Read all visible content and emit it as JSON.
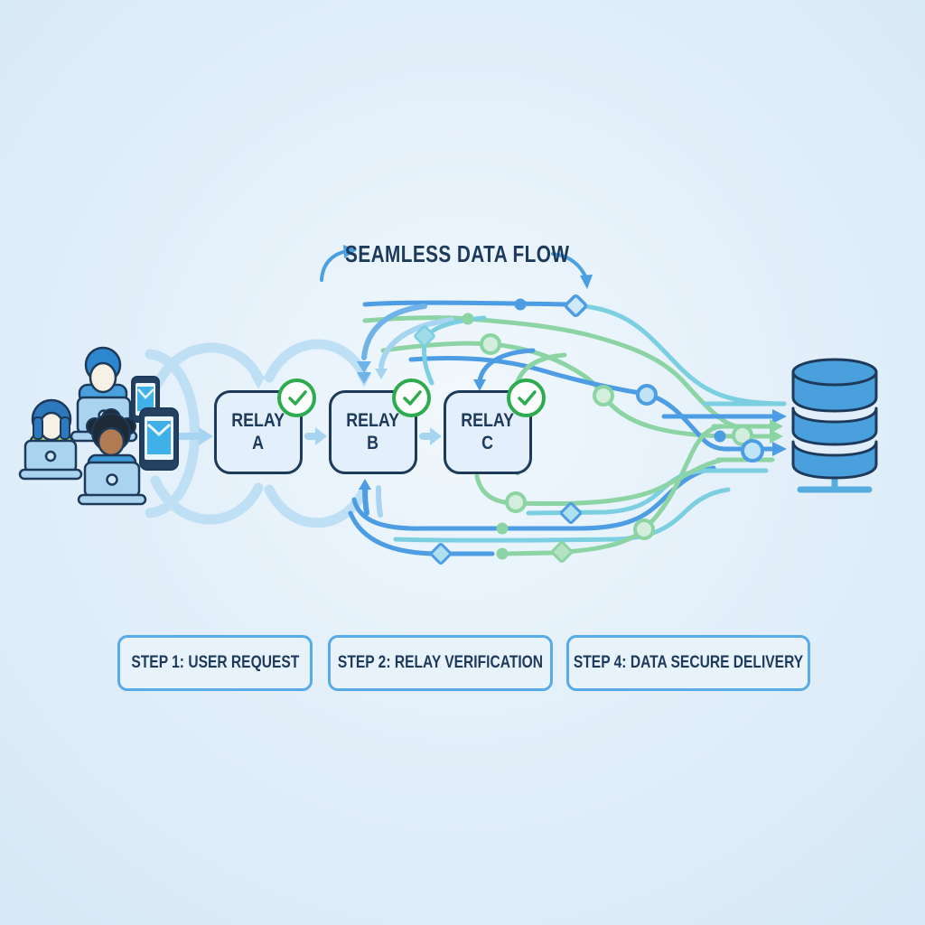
{
  "title": "SEAMLESS DATA FLOW",
  "relays": [
    {
      "label": "RELAY",
      "letter": "A",
      "status_icon": "check-circle-icon"
    },
    {
      "label": "RELAY",
      "letter": "B",
      "status_icon": "check-circle-icon"
    },
    {
      "label": "RELAY",
      "letter": "C",
      "status_icon": "check-circle-icon"
    }
  ],
  "steps": [
    {
      "label": "STEP 1: USER REQUEST"
    },
    {
      "label": "STEP 2:  RELAY VERIFICATION"
    },
    {
      "label": "STEP 4: DATA SECURE DELIVERY"
    }
  ],
  "icons": {
    "left_group": [
      "user-laptop-icon",
      "user-laptop-icon",
      "user-laptop-icon",
      "phone-message-icon",
      "phone-message-icon"
    ],
    "right": "database-icon",
    "relay_badge": "check-circle-icon"
  },
  "colors": {
    "background": "#e4f0fa",
    "navy": "#1d3a5b",
    "flow_blue": "#4d9de4",
    "flow_teal": "#7ccfe0",
    "flow_green": "#8cd4a4",
    "light_arrow": "#a7d4f1",
    "cloud_arc": "#bfdff5",
    "check_green": "#2eab4f",
    "database_blue": "#4aa0dd",
    "step_border": "#58abe9"
  }
}
